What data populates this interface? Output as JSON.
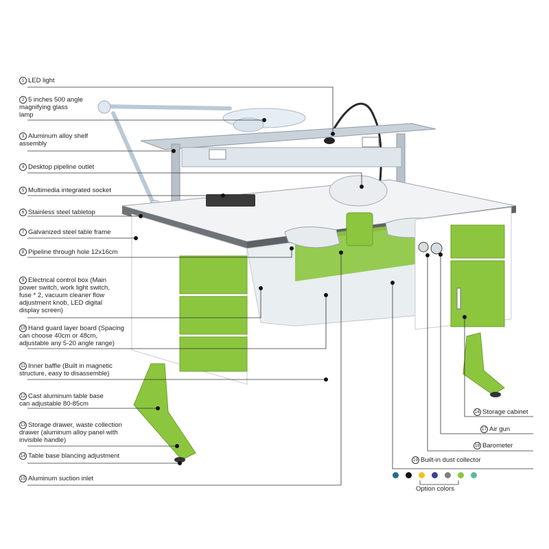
{
  "callouts_left": [
    {
      "n": "1",
      "text": "LED light"
    },
    {
      "n": "2",
      "text": "5 inches 500 angle\nmagnifying glass\nlamp"
    },
    {
      "n": "3",
      "text": "Aluminum alloy shelf\nassembly"
    },
    {
      "n": "4",
      "text": "Desktop pipeline outlet"
    },
    {
      "n": "5",
      "text": "Multimedia integrated socket"
    },
    {
      "n": "6",
      "text": "Stainless steel tabletop"
    },
    {
      "n": "7",
      "text": "Galvanized steel table frame"
    },
    {
      "n": "8",
      "text": "Pipeline through hole 12x16cm"
    },
    {
      "n": "9",
      "text": "Electrical control box (Main\npower switch, work light switch,\nfuse * 2, vacuum cleaner flow\nadjustment knob, LED digital\ndisplay screen)"
    },
    {
      "n": "10",
      "text": "Hand guard layer board (Spacing\ncan choose 40cm or 48cm,\nadjustable any 5-20 angle range)"
    },
    {
      "n": "11",
      "text": "Inner baffle (Built in magnetic\nstructure, easy to disassemble)"
    },
    {
      "n": "12",
      "text": "Cast aluminum table base\ncan adjustable 80-85cm"
    },
    {
      "n": "13",
      "text": "Storage drawer, waste collection\ndrawer (aluminum alloy panel with\ninvisible handle)"
    },
    {
      "n": "14",
      "text": "Table base blancing adjustment"
    },
    {
      "n": "15",
      "text": "Aluminum suction inlet"
    }
  ],
  "callouts_right": [
    {
      "n": "16",
      "text": "Storage cabinet"
    },
    {
      "n": "17",
      "text": "Air gun"
    },
    {
      "n": "18",
      "text": "Barometer"
    },
    {
      "n": "19",
      "text": "Built-in dust collector"
    }
  ],
  "option_colors_label": "Option colors",
  "option_colors": [
    "#1f6f8b",
    "#111111",
    "#f2c21b",
    "#3b3f9e",
    "#808080",
    "#8cc63f",
    "#5bb9a0"
  ],
  "colors": {
    "accent_green": "#8cc63f",
    "leader_line": "#333333"
  }
}
